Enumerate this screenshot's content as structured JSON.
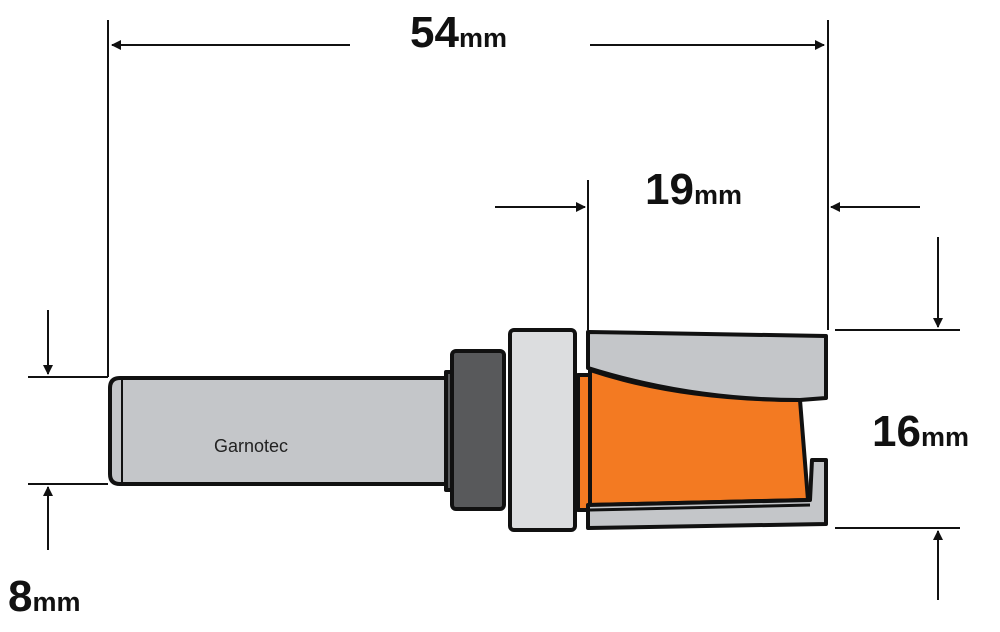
{
  "title": "Router bit dimension diagram",
  "brand": "Garnotec",
  "dimensions": {
    "overall_length": {
      "value": "54",
      "unit": "mm"
    },
    "cutting_length": {
      "value": "19",
      "unit": "mm"
    },
    "cutting_diameter": {
      "value": "16",
      "unit": "mm"
    },
    "shank_diameter": {
      "value": "8",
      "unit": "mm"
    }
  },
  "colors": {
    "cutter": "#f37a22",
    "steel": "#c4c6c9",
    "collar": "#dcdddf",
    "nut": "#58595b",
    "line": "#111111"
  }
}
